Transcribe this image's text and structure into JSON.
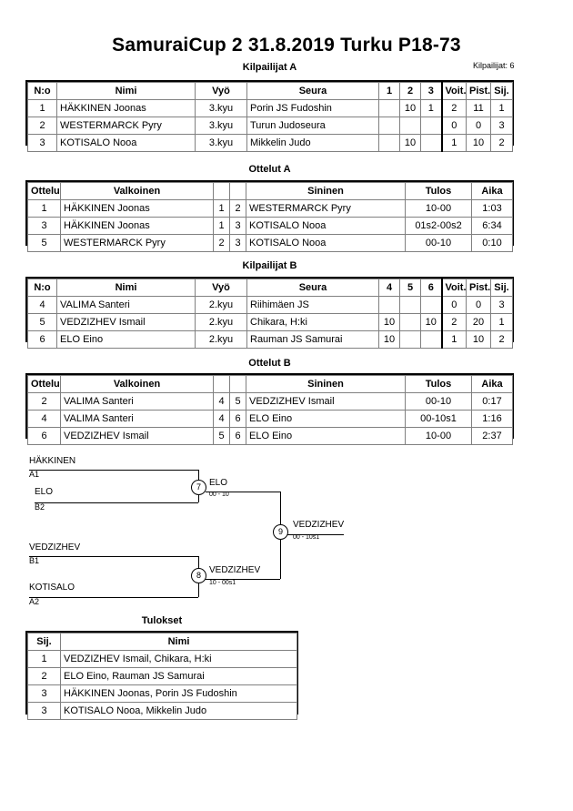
{
  "header": {
    "title": "SamuraiCup 2  31.8.2019  Turku   P18-73",
    "competitor_count_label": "Kilpailijat: 6"
  },
  "pool_a": {
    "caption": "Kilpailijat A",
    "columns": [
      "N:o",
      "Nimi",
      "Vyö",
      "Seura",
      "1",
      "2",
      "3",
      "Voit.",
      "Pist.",
      "Sij."
    ],
    "rows": [
      {
        "no": "1",
        "name": "HÄKKINEN Joonas",
        "belt": "3.kyu",
        "club": "Porin JS Fudoshin",
        "m1": "",
        "m2": "10",
        "m3": "1",
        "wins": "2",
        "points": "11",
        "rank": "1"
      },
      {
        "no": "2",
        "name": "WESTERMARCK Pyry",
        "belt": "3.kyu",
        "club": "Turun Judoseura",
        "m1": "",
        "m2": "",
        "m3": "",
        "wins": "0",
        "points": "0",
        "rank": "3"
      },
      {
        "no": "3",
        "name": "KOTISALO Nooa",
        "belt": "3.kyu",
        "club": "Mikkelin Judo",
        "m1": "",
        "m2": "10",
        "m3": "",
        "wins": "1",
        "points": "10",
        "rank": "2"
      }
    ]
  },
  "matches_a": {
    "caption": "Ottelut A",
    "columns": [
      "Ottelu",
      "Valkoinen",
      "",
      "",
      "Sininen",
      "Tulos",
      "Aika"
    ],
    "rows": [
      {
        "match": "1",
        "white": "HÄKKINEN Joonas",
        "wno": "1",
        "bno": "2",
        "blue": "WESTERMARCK Pyry",
        "result": "10-00",
        "time": "1:03"
      },
      {
        "match": "3",
        "white": "HÄKKINEN Joonas",
        "wno": "1",
        "bno": "3",
        "blue": "KOTISALO Nooa",
        "result": "01s2-00s2",
        "time": "6:34"
      },
      {
        "match": "5",
        "white": "WESTERMARCK Pyry",
        "wno": "2",
        "bno": "3",
        "blue": "KOTISALO Nooa",
        "result": "00-10",
        "time": "0:10"
      }
    ]
  },
  "pool_b": {
    "caption": "Kilpailijat B",
    "columns": [
      "N:o",
      "Nimi",
      "Vyö",
      "Seura",
      "4",
      "5",
      "6",
      "Voit.",
      "Pist.",
      "Sij."
    ],
    "rows": [
      {
        "no": "4",
        "name": "VALIMA Santeri",
        "belt": "2.kyu",
        "club": "Riihimäen JS",
        "m1": "",
        "m2": "",
        "m3": "",
        "wins": "0",
        "points": "0",
        "rank": "3"
      },
      {
        "no": "5",
        "name": "VEDZIZHEV Ismail",
        "belt": "2.kyu",
        "club": "Chikara, H:ki",
        "m1": "10",
        "m2": "",
        "m3": "10",
        "wins": "2",
        "points": "20",
        "rank": "1"
      },
      {
        "no": "6",
        "name": "ELO Eino",
        "belt": "2.kyu",
        "club": "Rauman JS Samurai",
        "m1": "10",
        "m2": "",
        "m3": "",
        "wins": "1",
        "points": "10",
        "rank": "2"
      }
    ]
  },
  "matches_b": {
    "caption": "Ottelut B",
    "columns": [
      "Ottelu",
      "Valkoinen",
      "",
      "",
      "Sininen",
      "Tulos",
      "Aika"
    ],
    "rows": [
      {
        "match": "2",
        "white": "VALIMA Santeri",
        "wno": "4",
        "bno": "5",
        "blue": "VEDZIZHEV Ismail",
        "result": "00-10",
        "time": "0:17"
      },
      {
        "match": "4",
        "white": "VALIMA Santeri",
        "wno": "4",
        "bno": "6",
        "blue": "ELO Eino",
        "result": "00-10s1",
        "time": "1:16"
      },
      {
        "match": "6",
        "white": "VEDZIZHEV Ismail",
        "wno": "5",
        "bno": "6",
        "blue": "ELO Eino",
        "result": "10-00",
        "time": "2:37"
      }
    ]
  },
  "bracket": {
    "entries": [
      {
        "name": "HÄKKINEN",
        "seed": "A1"
      },
      {
        "name": "ELO",
        "seed": "B2"
      },
      {
        "name": "VEDZIZHEV",
        "seed": "B1"
      },
      {
        "name": "KOTISALO",
        "seed": "A2"
      }
    ],
    "nodes": [
      {
        "number": "7",
        "winner": "ELO",
        "score": "00 - 10"
      },
      {
        "number": "8",
        "winner": "VEDZIZHEV",
        "score": "10 - 00s1"
      },
      {
        "number": "9",
        "winner": "VEDZIZHEV",
        "score": "00 - 10s1"
      }
    ]
  },
  "results": {
    "caption": "Tulokset",
    "columns": [
      "Sij.",
      "Nimi"
    ],
    "rows": [
      {
        "rank": "1",
        "name": "VEDZIZHEV Ismail, Chikara, H:ki"
      },
      {
        "rank": "2",
        "name": "ELO Eino, Rauman JS Samurai"
      },
      {
        "rank": "3",
        "name": "HÄKKINEN Joonas, Porin JS Fudoshin"
      },
      {
        "rank": "3",
        "name": "KOTISALO Nooa, Mikkelin Judo"
      }
    ]
  }
}
